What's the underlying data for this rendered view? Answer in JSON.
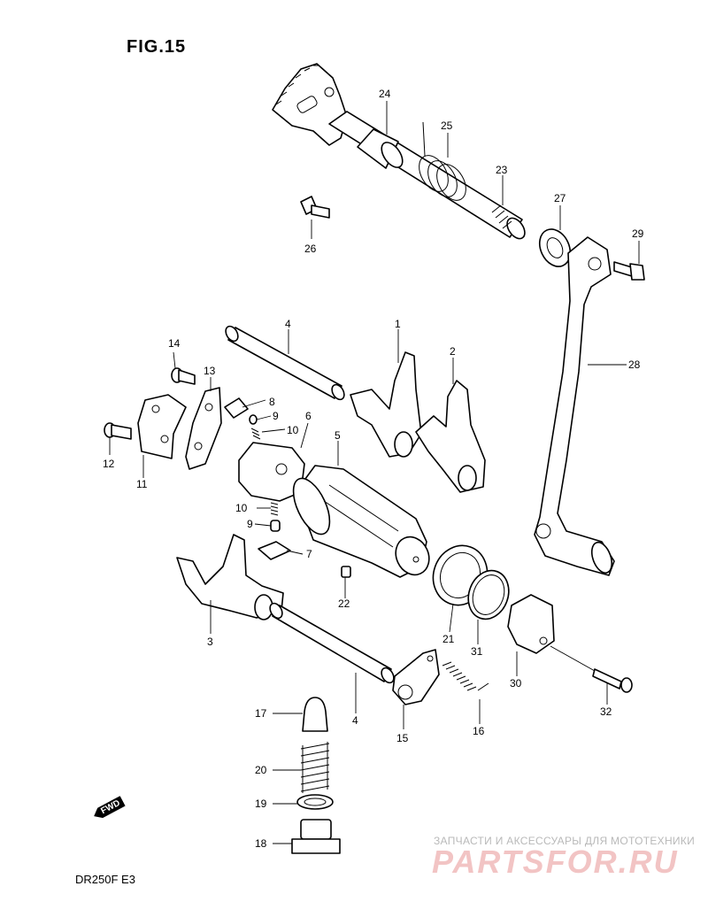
{
  "figure": {
    "title": "FIG.15",
    "model": "DR250F  E3",
    "fwd_label": "FWD"
  },
  "watermark": {
    "caption": "ЗАПЧАСТИ И АКСЕССУАРЫ ДЛЯ МОТОТЕХНИКИ",
    "logo": "PARTSFOR.RU",
    "logo_color": "#f2c4c4"
  },
  "callouts": [
    {
      "id": "c1",
      "label": "1"
    },
    {
      "id": "c2",
      "label": "2"
    },
    {
      "id": "c3",
      "label": "3"
    },
    {
      "id": "c4a",
      "label": "4"
    },
    {
      "id": "c4b",
      "label": "4"
    },
    {
      "id": "c5",
      "label": "5"
    },
    {
      "id": "c6",
      "label": "6"
    },
    {
      "id": "c7",
      "label": "7"
    },
    {
      "id": "c8",
      "label": "8"
    },
    {
      "id": "c9a",
      "label": "9"
    },
    {
      "id": "c9b",
      "label": "9"
    },
    {
      "id": "c10a",
      "label": "10"
    },
    {
      "id": "c10b",
      "label": "10"
    },
    {
      "id": "c11",
      "label": "11"
    },
    {
      "id": "c12",
      "label": "12"
    },
    {
      "id": "c13",
      "label": "13"
    },
    {
      "id": "c14",
      "label": "14"
    },
    {
      "id": "c15",
      "label": "15"
    },
    {
      "id": "c16",
      "label": "16"
    },
    {
      "id": "c17",
      "label": "17"
    },
    {
      "id": "c18",
      "label": "18"
    },
    {
      "id": "c19",
      "label": "19"
    },
    {
      "id": "c20",
      "label": "20"
    },
    {
      "id": "c21",
      "label": "21"
    },
    {
      "id": "c22",
      "label": "22"
    },
    {
      "id": "c23",
      "label": "23"
    },
    {
      "id": "c24",
      "label": "24"
    },
    {
      "id": "c25",
      "label": "25"
    },
    {
      "id": "c26",
      "label": "26"
    },
    {
      "id": "c27",
      "label": "27"
    },
    {
      "id": "c28",
      "label": "28"
    },
    {
      "id": "c29",
      "label": "29"
    },
    {
      "id": "c30",
      "label": "30"
    },
    {
      "id": "c31",
      "label": "31"
    },
    {
      "id": "c32",
      "label": "32"
    }
  ]
}
